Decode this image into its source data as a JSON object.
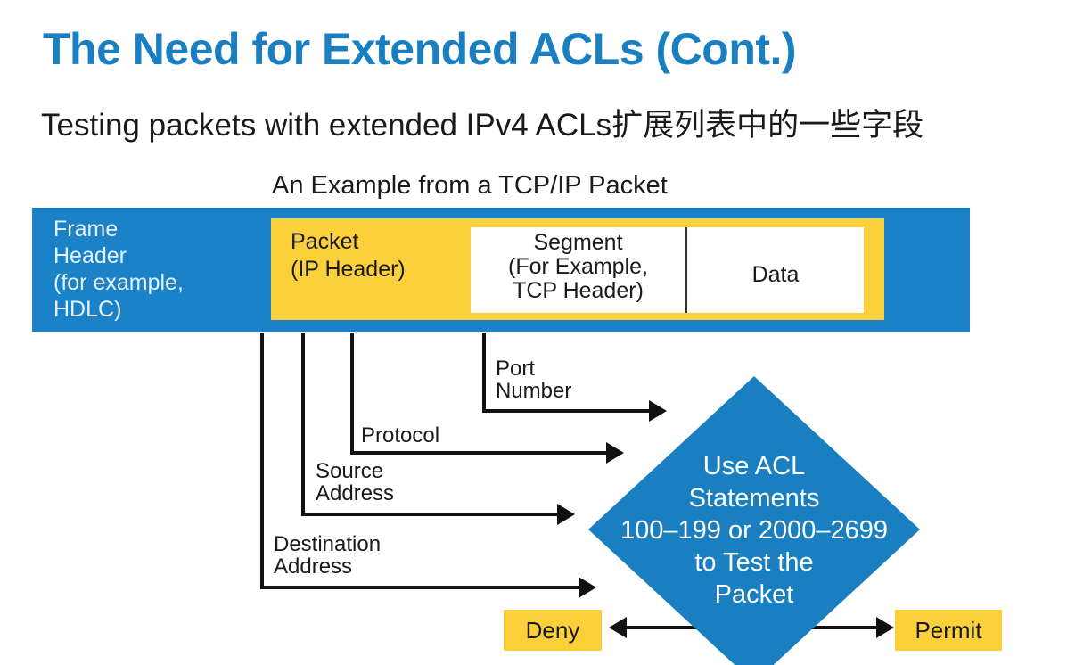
{
  "slide": {
    "title": "The Need for Extended ACLs (Cont.)",
    "subtitle": "Testing packets with extended IPv4 ACLs扩展列表中的一些字段",
    "caption": "An Example from a TCP/IP Packet"
  },
  "frame": {
    "lines": [
      "Frame",
      "Header",
      "(for example,",
      "HDLC)"
    ]
  },
  "packet": {
    "lines": [
      "Packet",
      "(IP Header)"
    ]
  },
  "segment": {
    "lines": [
      "Segment",
      "(For Example,",
      "TCP Header)"
    ]
  },
  "data_label": "Data",
  "fields": {
    "port": [
      "Port",
      "Number"
    ],
    "protocol": [
      "Protocol"
    ],
    "source": [
      "Source",
      "Address"
    ],
    "destination": [
      "Destination",
      "Address"
    ]
  },
  "decision": {
    "lines": [
      "Use ACL",
      "Statements",
      "100–199 or 2000–2699",
      "to Test the",
      "Packet"
    ]
  },
  "results": {
    "deny": "Deny",
    "permit": "Permit"
  },
  "colors": {
    "title_blue": "#1a7fc1",
    "frame_blue": "#1b82c8",
    "packet_yellow": "#fcd03a",
    "diamond_blue": "#1a7fc1"
  }
}
